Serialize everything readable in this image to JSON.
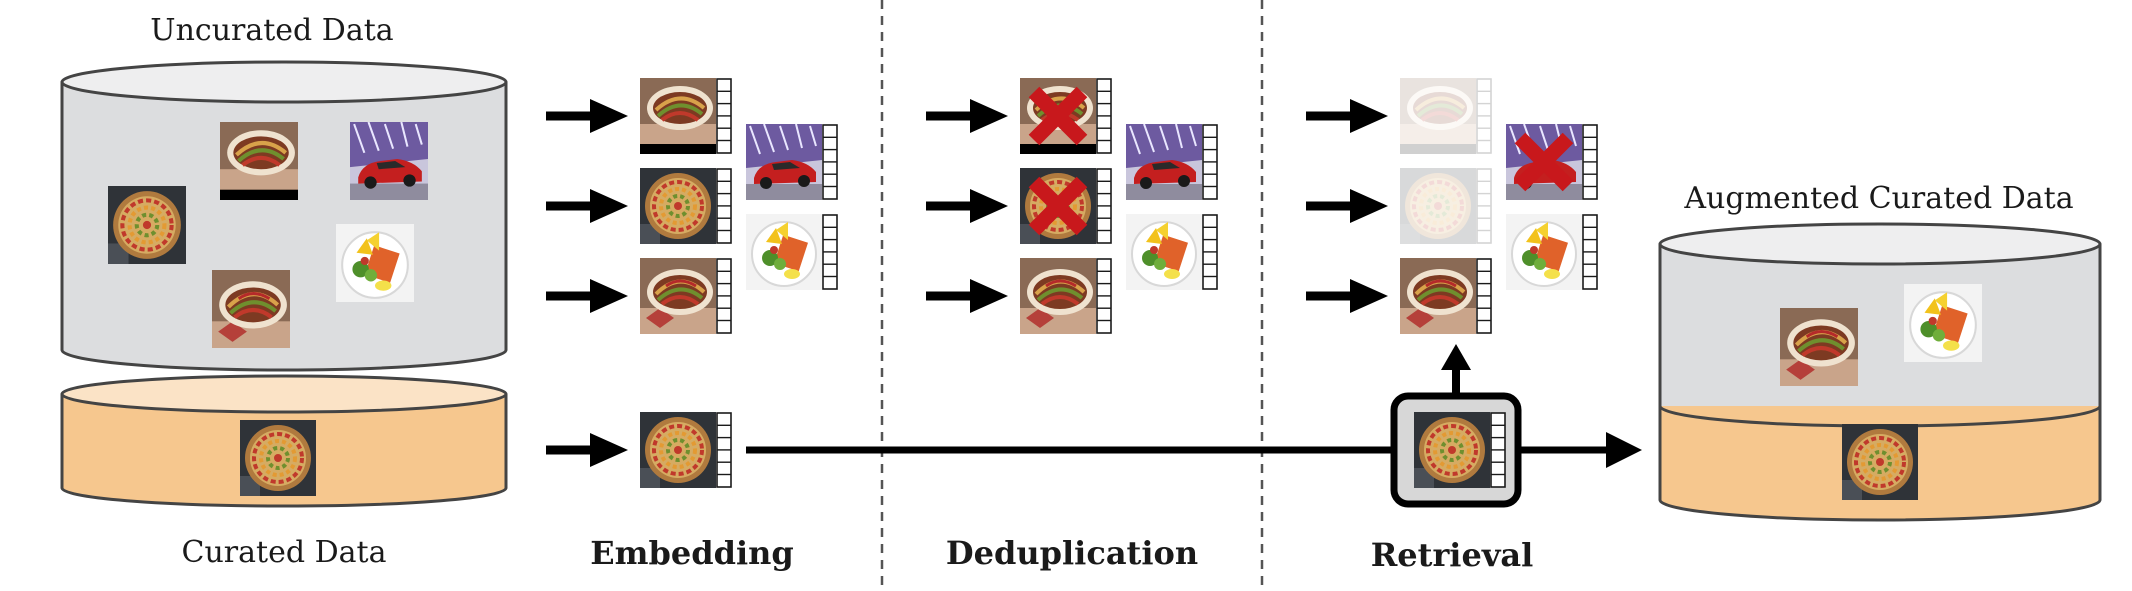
{
  "labels": {
    "uncurated": "Uncurated Data",
    "curated": "Curated Data",
    "augmented": "Augmented Curated Data"
  },
  "steps": {
    "embedding": "Embedding",
    "deduplication": "Deduplication",
    "retrieval": "Retrieval"
  },
  "colors": {
    "uncurated_fill": "#dcdddf",
    "curated_fill": "#f6c78e",
    "curated_top": "#fbe3c6",
    "arrow": "#000000",
    "cross": "#d11a1a",
    "divider": "#555555"
  },
  "icons": {
    "image_types": [
      "ratatouille-bowl-photo",
      "ratatouille-dish-photo",
      "sports-car-photo",
      "salad-plate-photo"
    ],
    "reject": "red-x-icon",
    "arrow": "right-arrow-icon",
    "embedding_vector": "embedding-vector-icon",
    "query": "query-box-icon"
  }
}
